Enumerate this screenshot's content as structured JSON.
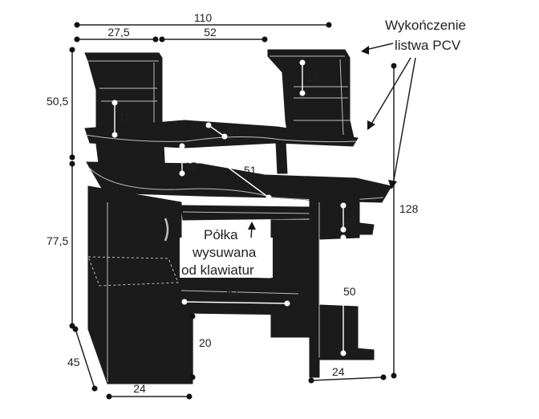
{
  "diagram": {
    "dimensions": {
      "total_width": "110",
      "left_upper_width": "27,5",
      "gap_width": "52",
      "upper_height": "50,5",
      "lower_height": "77,5",
      "depth": "45",
      "total_height": "128",
      "left_niche": "15",
      "right_niche": "15",
      "middle_shelf_depth": "27",
      "middle_gap": "15",
      "desk_depth": "51",
      "right_shelf_gap": "16",
      "right_shelf_height": "50",
      "keyboard_width": "52",
      "keyboard_clearance": "20",
      "left_cabinet_width": "24",
      "right_cabinet_width": "24"
    },
    "callouts": {
      "edge_finish_line1": "Wykończenie",
      "edge_finish_line2": "listwa PCV",
      "keyboard_line1": "Półka",
      "keyboard_line2": "wysuwana",
      "keyboard_line3": "od klawiatur"
    },
    "colors": {
      "furniture": "#1b1b1b",
      "dimension_line": "#222222",
      "edge_highlight": "#bdbdbd"
    }
  }
}
